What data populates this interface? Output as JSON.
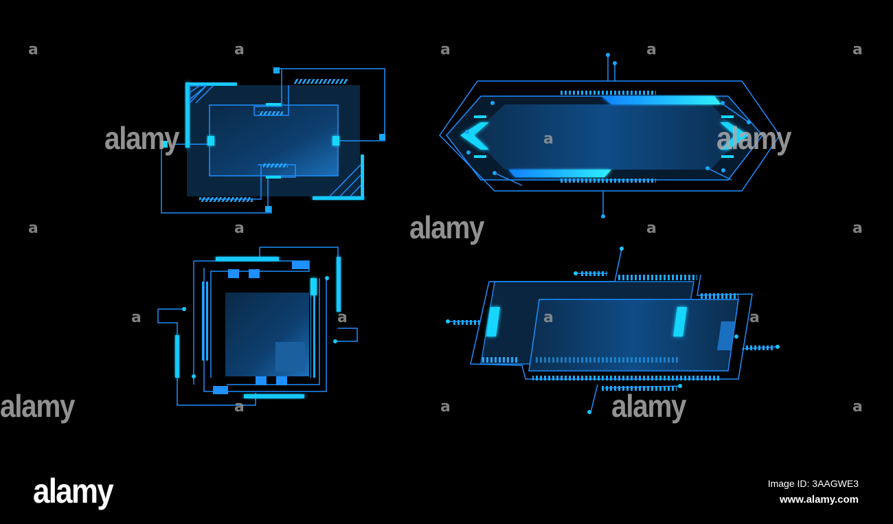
{
  "watermark": {
    "word": "alamy",
    "letter": "a"
  },
  "footer": {
    "logo_text": "alamy",
    "image_id": "Image ID: 3AAGWE3",
    "website": "www.alamy.com"
  },
  "colors": {
    "background": "#000000",
    "line_blue": "#1f8fff",
    "glow_cyan": "#17d6ff",
    "panel_fill": "#0b3f6e"
  },
  "frames": [
    "hud-frame-top-left",
    "hud-frame-hexagon",
    "hud-frame-square",
    "hud-frame-parallelogram"
  ]
}
